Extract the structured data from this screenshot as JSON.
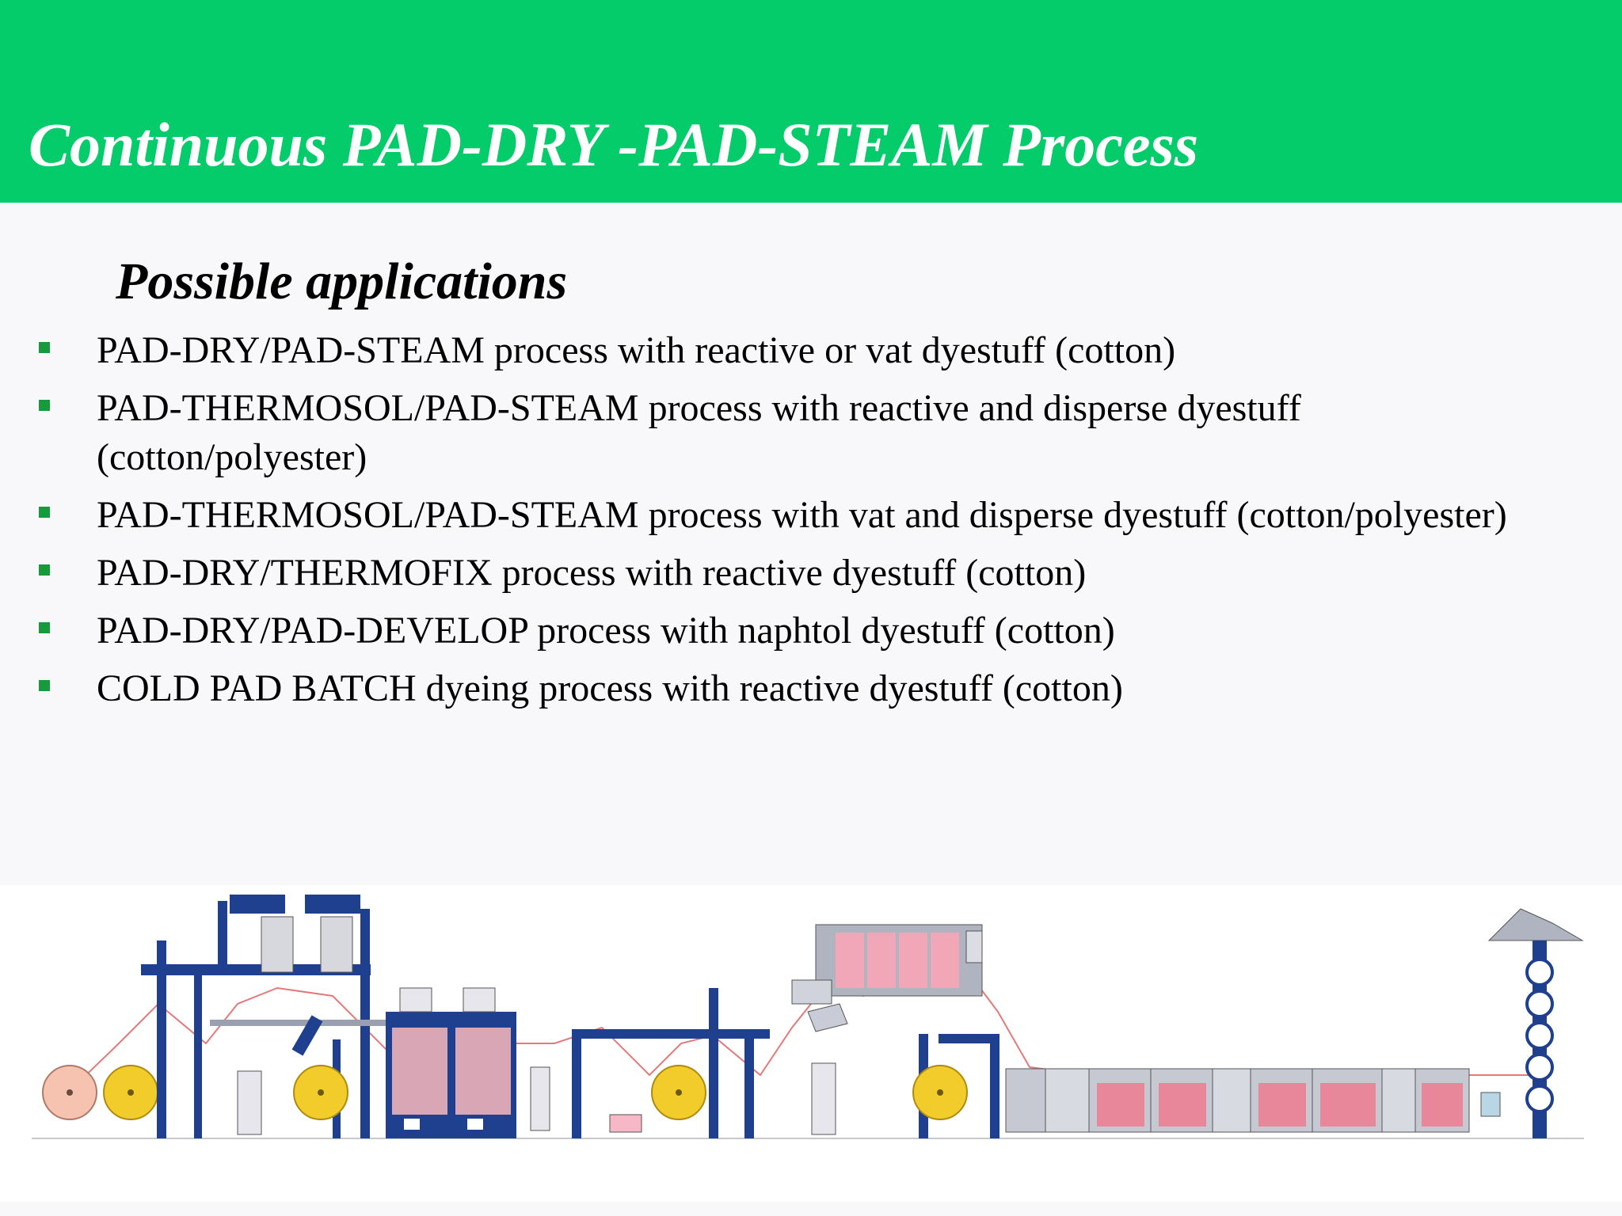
{
  "slide": {
    "title": "Continuous PAD-DRY -PAD-STEAM Process",
    "subheading": "Possible applications",
    "bullets": [
      "PAD-DRY/PAD-STEAM process with reactive or vat dyestuff (cotton)",
      "PAD-THERMOSOL/PAD-STEAM process with reactive and disperse dyestuff (cotton/polyester)",
      "PAD-THERMOSOL/PAD-STEAM process with vat and disperse dyestuff (cotton/polyester)",
      "PAD-DRY/THERMOFIX process with reactive dyestuff (cotton)",
      "PAD-DRY/PAD-DEVELOP process with naphtol dyestuff (cotton)",
      "COLD PAD BATCH dyeing process with reactive dyestuff (cotton)"
    ]
  },
  "colors": {
    "header_green": "#04cc6a",
    "bullet_green": "#169a3c",
    "machine_blue": "#1f3f8f",
    "roll_yellow": "#f2cc2a",
    "roll_pink": "#f6c3b0",
    "chamber_red": "#d8506a"
  },
  "icons": {
    "bullet": "square-bullet-icon"
  }
}
